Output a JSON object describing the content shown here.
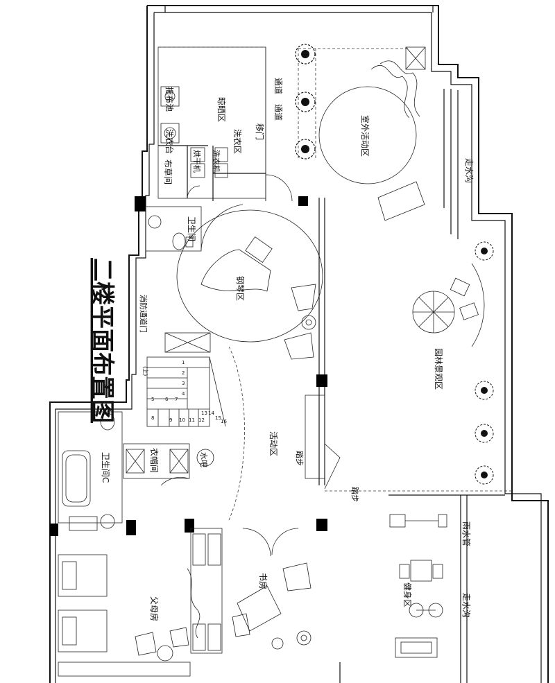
{
  "title": "二楼平面布置图",
  "rooms": {
    "outdoor_activity": "室外活动区",
    "garden": "园林景观区",
    "drain_1": "走水沟",
    "drain_2": "走水沟",
    "rain_pipe": "雨水管",
    "gym": "健身区",
    "mop_pool": "拖布池",
    "washing_table": "洗衣台",
    "drying_area": "晾晒区",
    "laundry_area": "洗衣区",
    "washer": "洗衣机",
    "dryer": "烘干机",
    "linen_room": "布草间",
    "passage_1": "通道",
    "passage_2": "通道",
    "sliding_door": "移门",
    "bathroom_upper": "卫生间",
    "piano_area": "钢琴区",
    "fire_door": "消防通道门",
    "activity_area": "活动区",
    "step_1": "踏步",
    "step_2": "踏步",
    "wardrobe": "衣帽间",
    "bar": "水吧",
    "bathroom_c": "卫生间C",
    "study": "书房",
    "parents_room": "父母房"
  },
  "stairs": {
    "up_note": "(上)",
    "steps": [
      "1",
      "2",
      "3",
      "4",
      "5",
      "6",
      "7",
      "8",
      "9",
      "10",
      "11",
      "12",
      "13",
      "14",
      "15",
      "16"
    ]
  }
}
